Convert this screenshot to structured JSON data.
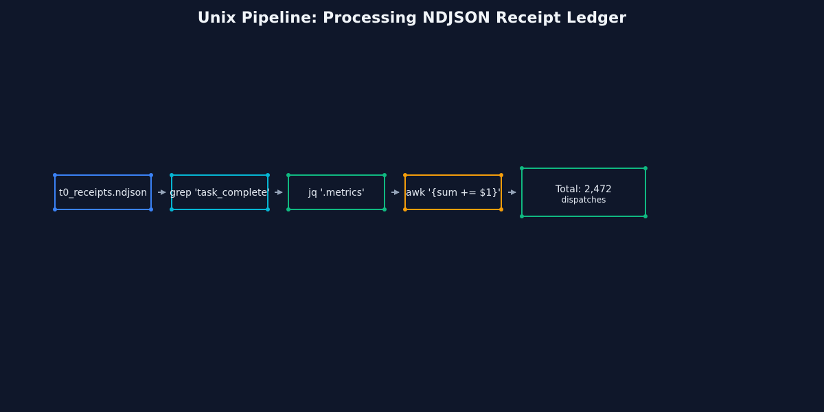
{
  "title": "Unix Pipeline: Processing NDJSON Receipt Ledger",
  "colors": {
    "background": "#0f172a",
    "text": "#e2e8f0",
    "arrow": "#94a3b8"
  },
  "stages": [
    {
      "label": "t0_receipts.ndjson",
      "sublabel": "",
      "color": "#3b82f6"
    },
    {
      "label": "grep 'task_complete'",
      "sublabel": "",
      "color": "#06b6d4"
    },
    {
      "label": "jq '.metrics'",
      "sublabel": "",
      "color": "#10b981"
    },
    {
      "label": "awk '{sum += $1}'",
      "sublabel": "",
      "color": "#f59e0b"
    },
    {
      "label": "Total: 2,472",
      "sublabel": "dispatches",
      "color": "#10b981"
    }
  ]
}
